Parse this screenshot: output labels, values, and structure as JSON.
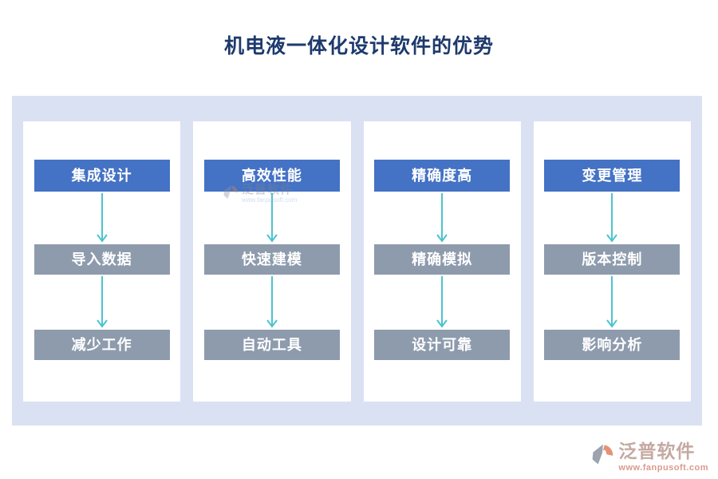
{
  "title": "机电液一体化设计软件的优势",
  "columns": [
    {
      "header": "集成设计",
      "steps": [
        "导入数据",
        "减少工作"
      ]
    },
    {
      "header": "高效性能",
      "steps": [
        "快速建模",
        "自动工具"
      ]
    },
    {
      "header": "精确度高",
      "steps": [
        "精确模拟",
        "设计可靠"
      ]
    },
    {
      "header": "变更管理",
      "steps": [
        "版本控制",
        "影响分析"
      ]
    }
  ],
  "faint_watermark": {
    "brand": "泛普软件",
    "url": "www.fanpusoft.com"
  },
  "brand_watermark": {
    "brand": "泛普软件",
    "url": "www.fanpusoft.com"
  },
  "icons": {
    "arrow": "down-arrow-icon",
    "logo": "fanpu-logo-icon"
  },
  "colors": {
    "title_navy": "#1e3a6d",
    "panel_lavender": "#dae1f3",
    "card_white": "#ffffff",
    "header_blue": "#4472c4",
    "step_gray": "#8e9bad",
    "arrow_teal": "#4cc3cf",
    "brand_text": "#bb9b92",
    "brand_url_salmon": "#d4897a",
    "logo_gray": "#8d93a0",
    "logo_orange": "#e0805f"
  }
}
